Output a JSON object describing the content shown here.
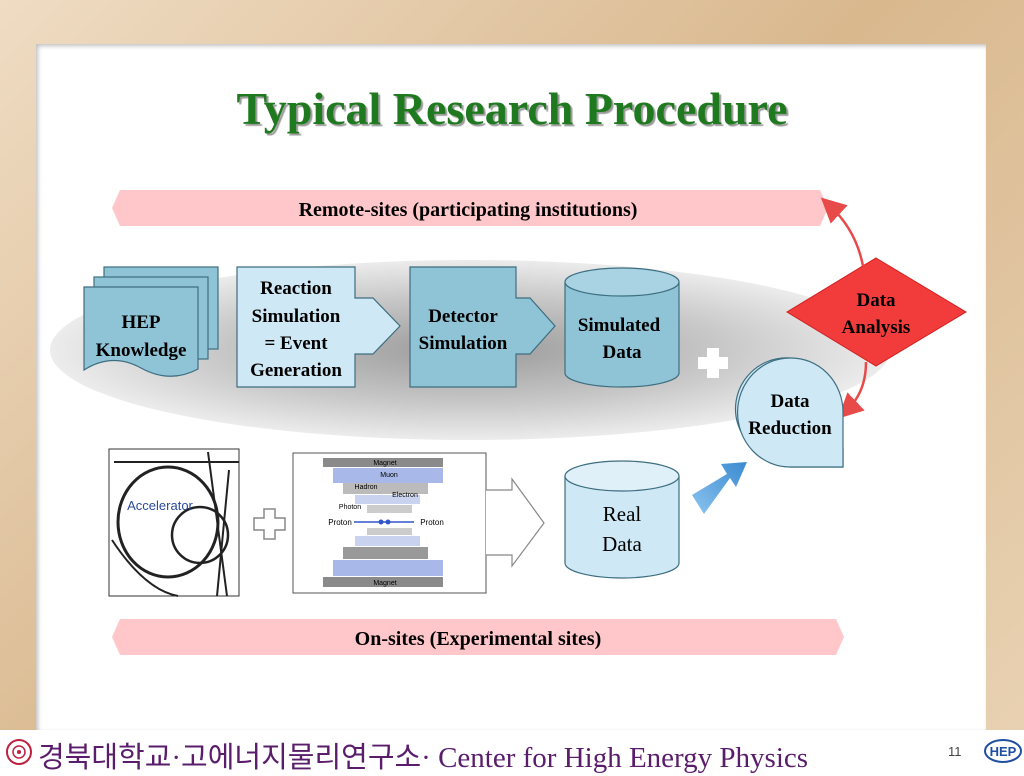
{
  "title": "Typical Research Procedure",
  "banners": {
    "remote": "Remote-sites  (participating institutions)",
    "onsite": "On-sites (Experimental sites)"
  },
  "nodes": {
    "hep": [
      "HEP",
      "Knowledge"
    ],
    "reaction": [
      "Reaction",
      "Simulation",
      "= Event",
      "Generation"
    ],
    "detector": [
      "Detector",
      "Simulation"
    ],
    "simulated": [
      "Simulated",
      "Data"
    ],
    "analysis": [
      "Data",
      "Analysis"
    ],
    "reduction": [
      "Data",
      "Reduction"
    ],
    "real": [
      "Real",
      "Data"
    ],
    "accelerator": "Accelerator"
  },
  "detector_layers": {
    "magnet": "Magnet",
    "muon": "Muon",
    "hadron": "Hadron",
    "electron": "Electron",
    "photon": "Photon",
    "proton": "Proton"
  },
  "footer": {
    "text": "경북대학교·고에너지물리연구소· Center for High Energy Physics",
    "page": "11",
    "logo": "HEP"
  },
  "colors": {
    "title": "#1f7a1f",
    "box": "#8fc3d6",
    "banner": "#ffc7c9",
    "analysis": "#f23c3c",
    "arrow": "#4f9ad8"
  }
}
